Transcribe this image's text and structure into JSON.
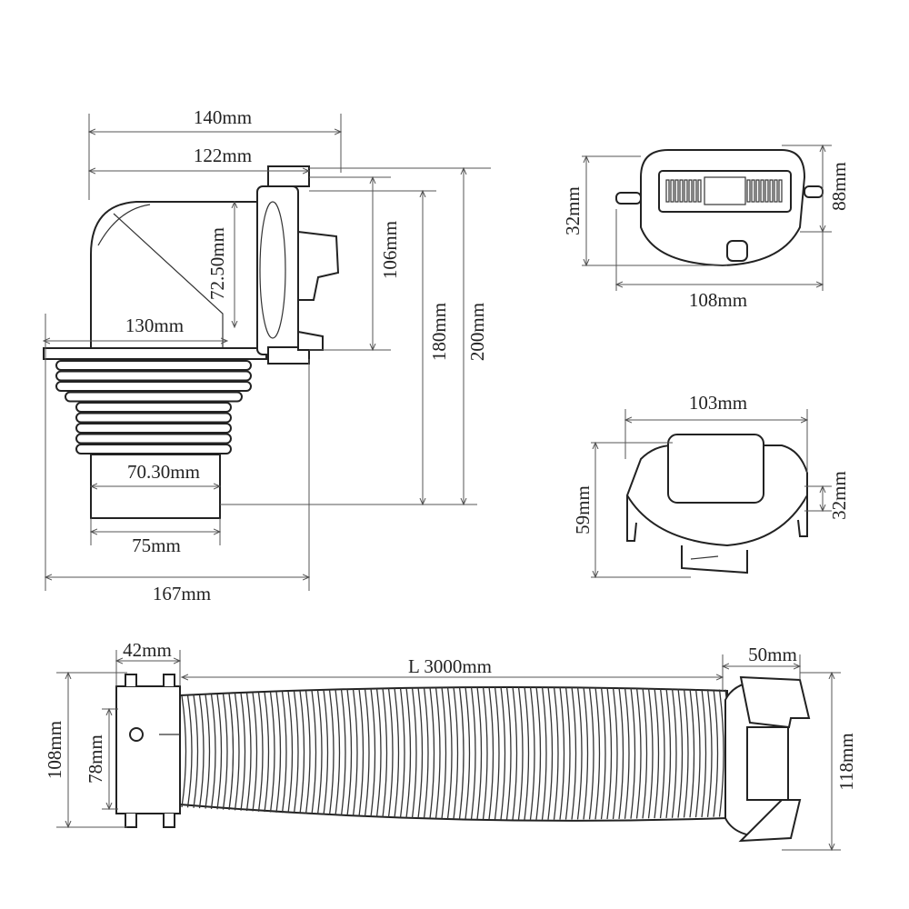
{
  "elbow_view": {
    "width_total": "140mm",
    "width_to_outlet": "122mm",
    "outlet_inner_diameter": "72.50mm",
    "outlet_height": "106mm",
    "height_outlet_to_base": "180mm",
    "height_total": "200mm",
    "flange_diameter": "130mm",
    "bottom_inner_diameter": "70.30mm",
    "bottom_outer_diameter": "75mm",
    "thread_diameter": "167mm"
  },
  "cap_top_view": {
    "height": "32mm",
    "depth": "88mm",
    "width": "108mm"
  },
  "cap_side_view": {
    "width": "103mm",
    "height": "59mm",
    "knob_height": "32mm"
  },
  "hose_view": {
    "left_fitting_length": "42mm",
    "length": "L 3000mm",
    "right_fitting_length": "50mm",
    "left_outer_diameter": "108mm",
    "left_inner_diameter": "78mm",
    "right_outer_diameter": "118mm"
  }
}
